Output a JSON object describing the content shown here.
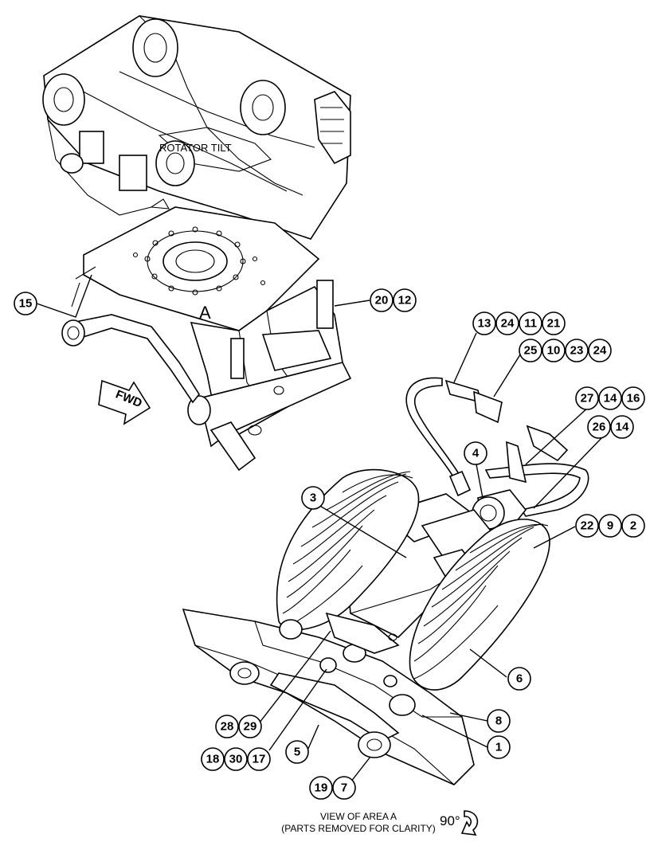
{
  "labels": {
    "rotator_tilt": "ROTATOR TILT",
    "area": "A",
    "fwd": "FWD",
    "view_title": "VIEW OF AREA A",
    "view_note": "(PARTS REMOVED FOR CLARITY)",
    "rotation": "90°"
  },
  "callouts": [
    {
      "id": "c15",
      "text": "15"
    },
    {
      "id": "c20",
      "text": "20"
    },
    {
      "id": "c12",
      "text": "12"
    },
    {
      "id": "c13",
      "text": "13"
    },
    {
      "id": "c24a",
      "text": "24"
    },
    {
      "id": "c11",
      "text": "11"
    },
    {
      "id": "c21",
      "text": "21"
    },
    {
      "id": "c25",
      "text": "25"
    },
    {
      "id": "c10",
      "text": "10"
    },
    {
      "id": "c23",
      "text": "23"
    },
    {
      "id": "c24b",
      "text": "24"
    },
    {
      "id": "c27",
      "text": "27"
    },
    {
      "id": "c14a",
      "text": "14"
    },
    {
      "id": "c16",
      "text": "16"
    },
    {
      "id": "c26",
      "text": "26"
    },
    {
      "id": "c14b",
      "text": "14"
    },
    {
      "id": "c4",
      "text": "4"
    },
    {
      "id": "c3",
      "text": "3"
    },
    {
      "id": "c22",
      "text": "22"
    },
    {
      "id": "c9",
      "text": "9"
    },
    {
      "id": "c2",
      "text": "2"
    },
    {
      "id": "c6",
      "text": "6"
    },
    {
      "id": "c8",
      "text": "8"
    },
    {
      "id": "c1",
      "text": "1"
    },
    {
      "id": "c28",
      "text": "28"
    },
    {
      "id": "c29",
      "text": "29"
    },
    {
      "id": "c18",
      "text": "18"
    },
    {
      "id": "c30",
      "text": "30"
    },
    {
      "id": "c17",
      "text": "17"
    },
    {
      "id": "c5",
      "text": "5"
    },
    {
      "id": "c19",
      "text": "19"
    },
    {
      "id": "c7",
      "text": "7"
    }
  ]
}
